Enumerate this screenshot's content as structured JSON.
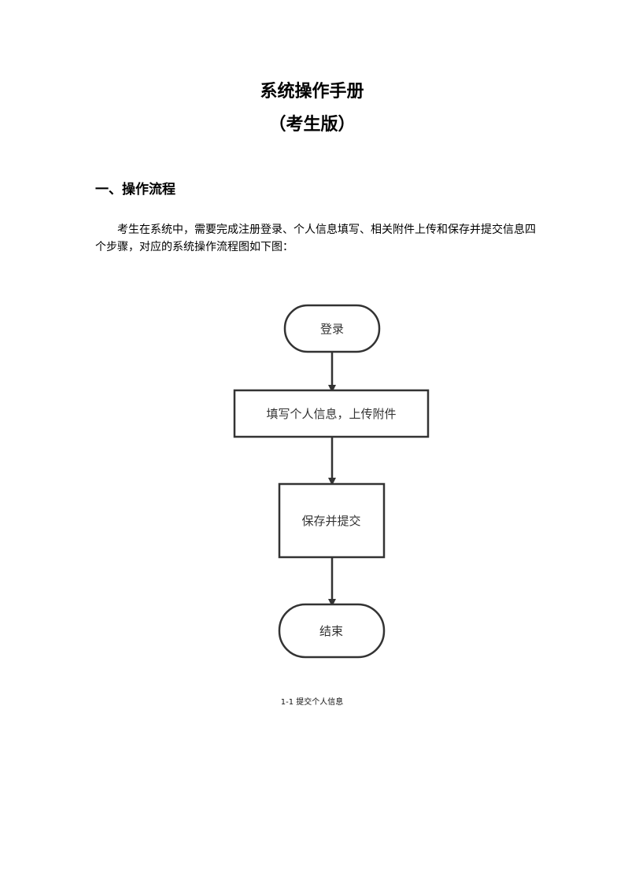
{
  "document": {
    "title": "系统操作手册",
    "subtitle": "（考生版）",
    "section_heading": "一、操作流程",
    "intro": "考生在系统中，需要完成注册登录、个人信息填写、相关附件上传和保存并提交信息四个步骤，对应的系统操作流程图如下图：",
    "figure_caption": "1-1  提交个人信息"
  },
  "flowchart": {
    "nodes": [
      {
        "id": "login",
        "label": "登录",
        "shape": "rounded"
      },
      {
        "id": "fill-info",
        "label": "填写个人信息，上传附件",
        "shape": "rect"
      },
      {
        "id": "save-submit",
        "label": "保存并提交",
        "shape": "rect"
      },
      {
        "id": "end",
        "label": "结束",
        "shape": "rounded"
      }
    ],
    "edges": [
      {
        "from": "login",
        "to": "fill-info"
      },
      {
        "from": "fill-info",
        "to": "save-submit"
      },
      {
        "from": "save-submit",
        "to": "end"
      }
    ],
    "colors": {
      "stroke": "#333333",
      "fill": "#ffffff",
      "text": "#333333"
    }
  }
}
